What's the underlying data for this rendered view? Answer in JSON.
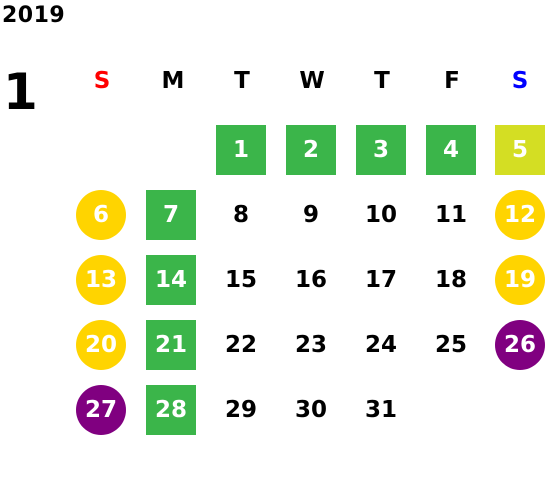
{
  "calendar": {
    "year": "2019",
    "month": "1",
    "weekdays": [
      {
        "label": "S",
        "color": "#ff0000"
      },
      {
        "label": "M",
        "color": "#000000"
      },
      {
        "label": "T",
        "color": "#000000"
      },
      {
        "label": "W",
        "color": "#000000"
      },
      {
        "label": "T",
        "color": "#000000"
      },
      {
        "label": "F",
        "color": "#000000"
      },
      {
        "label": "S",
        "color": "#0000ff"
      }
    ],
    "colors": {
      "green": "#3bb54a",
      "lime": "#d4de23",
      "yellow": "#ffd400",
      "purple": "#800080",
      "plain_text": "#000000"
    },
    "days": [
      {
        "day": "1",
        "style": "green-square"
      },
      {
        "day": "2",
        "style": "green-square"
      },
      {
        "day": "3",
        "style": "green-square"
      },
      {
        "day": "4",
        "style": "green-square"
      },
      {
        "day": "5",
        "style": "lime-square"
      },
      {
        "day": "6",
        "style": "yellow-circle"
      },
      {
        "day": "7",
        "style": "green-square"
      },
      {
        "day": "8",
        "style": "plain"
      },
      {
        "day": "9",
        "style": "plain"
      },
      {
        "day": "10",
        "style": "plain"
      },
      {
        "day": "11",
        "style": "plain"
      },
      {
        "day": "12",
        "style": "yellow-circle"
      },
      {
        "day": "13",
        "style": "yellow-circle"
      },
      {
        "day": "14",
        "style": "green-square"
      },
      {
        "day": "15",
        "style": "plain"
      },
      {
        "day": "16",
        "style": "plain"
      },
      {
        "day": "17",
        "style": "plain"
      },
      {
        "day": "18",
        "style": "plain"
      },
      {
        "day": "19",
        "style": "yellow-circle"
      },
      {
        "day": "20",
        "style": "yellow-circle"
      },
      {
        "day": "21",
        "style": "green-square"
      },
      {
        "day": "22",
        "style": "plain"
      },
      {
        "day": "23",
        "style": "plain"
      },
      {
        "day": "24",
        "style": "plain"
      },
      {
        "day": "25",
        "style": "plain"
      },
      {
        "day": "26",
        "style": "purple-circle"
      },
      {
        "day": "27",
        "style": "purple-circle"
      },
      {
        "day": "28",
        "style": "green-square"
      },
      {
        "day": "29",
        "style": "plain"
      },
      {
        "day": "30",
        "style": "plain"
      },
      {
        "day": "31",
        "style": "plain"
      }
    ]
  }
}
